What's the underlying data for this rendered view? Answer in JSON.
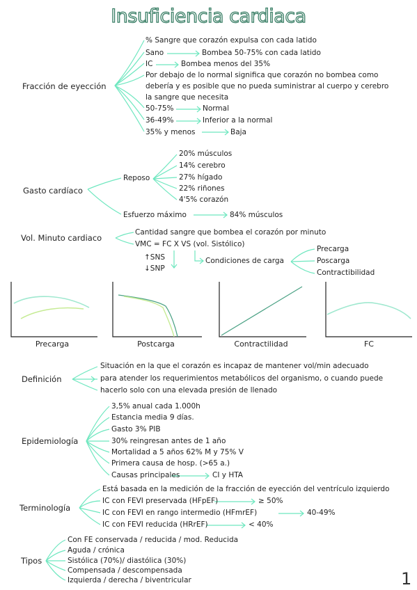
{
  "title": "Insuficiencia cardiaca",
  "fraccion": {
    "head": "Fracción de eyección",
    "items": [
      "% Sangre que corazón expulsa con cada latido",
      "Sano",
      "Bombea 50-75% con cada latido",
      "IC",
      "Bombea menos del 35%",
      "Por debajo de lo normal significa que corazón no bombea como",
      "debería y es posible que no pueda suministrar al cuerpo y cerebro",
      "la sangre que necesita",
      "50-75%",
      "Normal",
      "36-49%",
      "Inferior a la normal",
      "35% y menos",
      "Baja"
    ]
  },
  "gasto": {
    "head": "Gasto cardíaco",
    "reposo": "Reposo",
    "items": [
      "20% músculos",
      "14% cerebro",
      "27% hígado",
      "22% riñones",
      "4'5% corazón"
    ],
    "esfuerzo": "Esfuerzo máximo",
    "esfuerzo_val": "84% músculos"
  },
  "vmc": {
    "head": "Vol. Minuto cardiaco",
    "def": "Cantidad sangre que bombea el corazón por minuto",
    "formula": "VMC = FC X VS (vol. Sistólico)",
    "sns": "↑SNS",
    "snp": "↓SNP",
    "condiciones": "Condiciones de carga",
    "cond_items": [
      "Precarga",
      "Poscarga",
      "Contractibilidad"
    ]
  },
  "graphs": {
    "labels": [
      "Precarga",
      "Postcarga",
      "Contractilidad",
      "FC"
    ]
  },
  "definicion": {
    "head": "Definición",
    "lines": [
      "Situación en la que el corazón es incapaz de mantener vol/min adecuado",
      "para atender los requerimientos metabólicos del organismo, o cuando puede",
      "hacerlo solo con una elevada presión de llenado"
    ]
  },
  "epidemiologia": {
    "head": "Epidemiología",
    "items": [
      "3,5% anual cada 1.000h",
      "Estancia media 9 días.",
      "Gasto 3% PIB",
      "30% reingresan antes de 1 año",
      "Mortalidad a 5 años 62% M y 75% V",
      "Primera causa de hosp. (>65 a.)",
      "Causas principales",
      "CI y HTA"
    ]
  },
  "terminologia": {
    "head": "Terminología",
    "items": [
      "Está basada en la medición de la fracción de eyección del ventrículo izquierdo",
      "IC con FEVI preservada (HFpEF)",
      "≥ 50%",
      "IC con FEVI en rango intermedio (HFmrEF)",
      "40-49%",
      "IC con FEVI reducida (HRrEF)",
      "< 40%"
    ]
  },
  "tipos": {
    "head": "Tipos",
    "items": [
      "Con FE conservada / reducida / mod. Reducida",
      "Aguda / crónica",
      "Sistólica (70%)/ diastólica (30%)",
      "Compensada / descompensada",
      "Izquierda / derecha / biventricular"
    ]
  },
  "page_number": "1"
}
